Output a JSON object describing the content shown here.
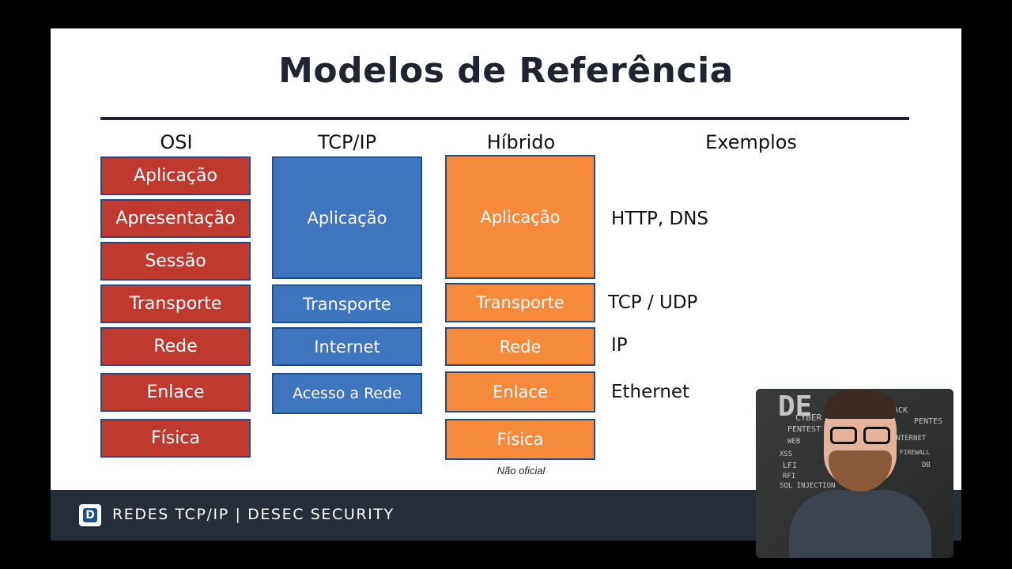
{
  "slide": {
    "title": "Modelos de Referência",
    "columns": {
      "osi": "OSI",
      "tcpip": "TCP/IP",
      "hybrid": "Híbrido",
      "examples": "Exemplos"
    },
    "osi_layers": [
      "Aplicação",
      "Apresentação",
      "Sessão",
      "Transporte",
      "Rede",
      "Enlace",
      "Física"
    ],
    "tcpip_layers": [
      "Aplicação",
      "Transporte",
      "Internet",
      "Acesso a Rede"
    ],
    "hybrid_layers": [
      "Aplicação",
      "Transporte",
      "Rede",
      "Enlace",
      "Física"
    ],
    "examples": [
      "HTTP, DNS",
      "TCP / UDP",
      "IP",
      "Ethernet"
    ],
    "hybrid_note": "Não oficial",
    "colors": {
      "osi": "#c0392f",
      "tcpip": "#3f74be",
      "hybrid": "#f58a3c",
      "border": "#1d4f8a",
      "footer": "#252d38"
    }
  },
  "footer": {
    "logo_letter": "D",
    "text": "REDES TCP/IP | DESEC SECURITY"
  },
  "webcam": {
    "board_words": [
      "DE",
      "CYBER",
      "PENTEST",
      "TACK",
      "PENTES",
      "INTERNET",
      "WEB",
      "XSS",
      "LFI",
      "RFI",
      "SQL INJECTION",
      "FIREWALL",
      "DB"
    ]
  }
}
